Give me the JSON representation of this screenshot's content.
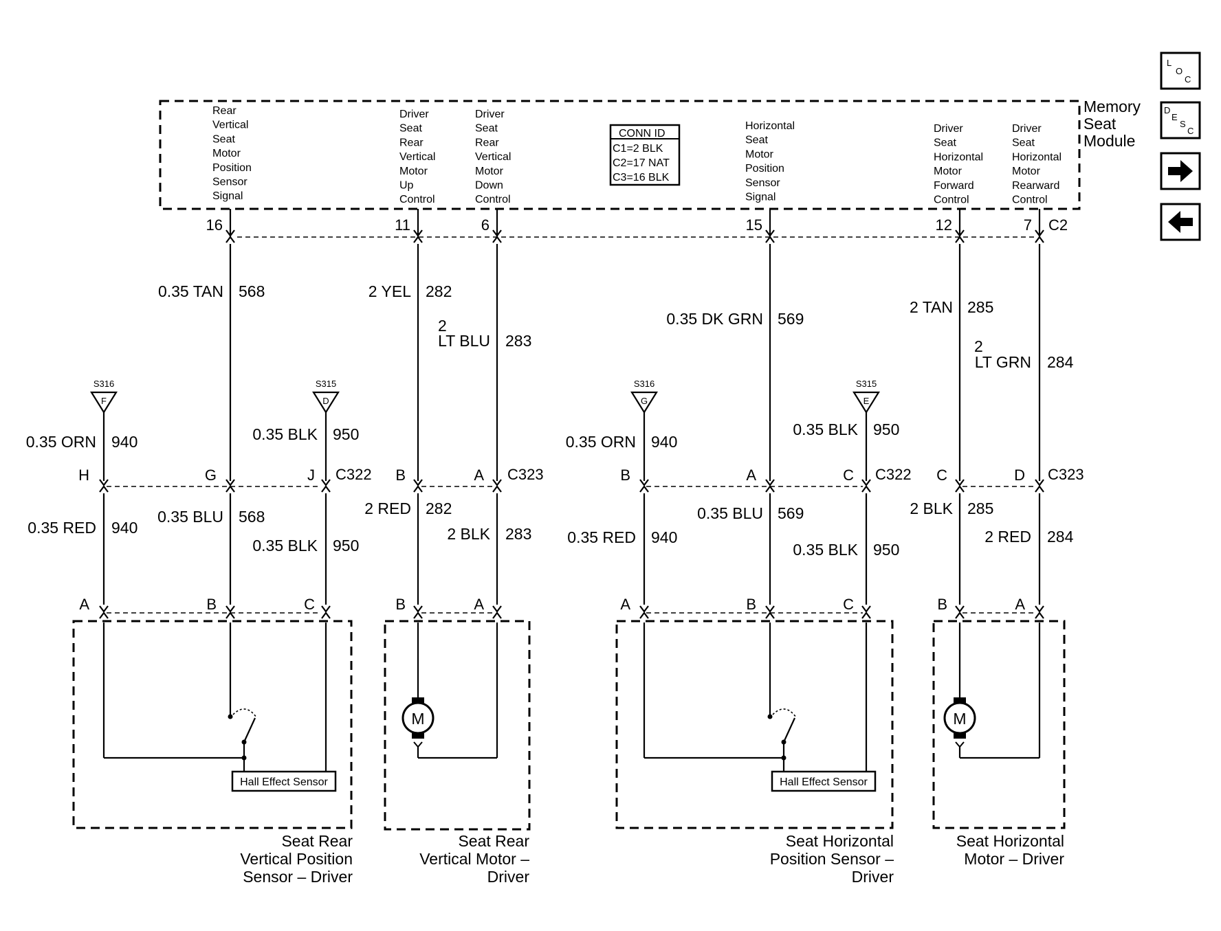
{
  "module": {
    "name_lines": [
      "Memory",
      "Seat",
      "Module"
    ],
    "connector": "C2",
    "conn_id": {
      "title": "CONN ID",
      "rows": [
        "C1=2 BLK",
        "C2=17 NAT",
        "C3=16 BLK"
      ]
    },
    "terminals": [
      {
        "pin": "16",
        "label_lines": [
          "Rear",
          "Vertical",
          "Seat",
          "Motor",
          "Position",
          "Sensor",
          "Signal"
        ]
      },
      {
        "pin": "11",
        "label_lines": [
          "Driver",
          "Seat",
          "Rear",
          "Vertical",
          "Motor",
          "Up",
          "Control"
        ]
      },
      {
        "pin": "6",
        "label_lines": [
          "Driver",
          "Seat",
          "Rear",
          "Vertical",
          "Motor",
          "Down",
          "Control"
        ]
      },
      {
        "pin": "15",
        "label_lines": [
          "Horizontal",
          "Seat",
          "Motor",
          "Position",
          "Sensor",
          "Signal"
        ]
      },
      {
        "pin": "12",
        "label_lines": [
          "Driver",
          "Seat",
          "Horizontal",
          "Motor",
          "Forward",
          "Control"
        ]
      },
      {
        "pin": "7",
        "label_lines": [
          "Driver",
          "Seat",
          "Horizontal",
          "Motor",
          "Rearward",
          "Control"
        ]
      }
    ]
  },
  "upper_wires": [
    {
      "gauge": "0.35 TAN",
      "circuit": "568"
    },
    {
      "gauge": "2 YEL",
      "circuit": "282"
    },
    {
      "gauge_lines": [
        "2",
        "LT BLU"
      ],
      "circuit": "283"
    },
    {
      "gauge": "0.35 DK GRN",
      "circuit": "569"
    },
    {
      "gauge": "2 TAN",
      "circuit": "285"
    },
    {
      "gauge_lines": [
        "2",
        "LT GRN"
      ],
      "circuit": "284"
    }
  ],
  "splices": [
    {
      "id": "S316",
      "letter": "F",
      "gauge": "0.35 ORN",
      "circuit": "940"
    },
    {
      "id": "S315",
      "letter": "D",
      "gauge": "0.35 BLK",
      "circuit": "950"
    },
    {
      "id": "S316",
      "letter": "G",
      "gauge": "0.35 ORN",
      "circuit": "940"
    },
    {
      "id": "S315",
      "letter": "E",
      "gauge": "0.35 BLK",
      "circuit": "950"
    }
  ],
  "inline_connectors": [
    {
      "name": "C322",
      "pins": [
        "H",
        "G",
        "J"
      ]
    },
    {
      "name": "C323",
      "pins": [
        "B",
        "A"
      ]
    },
    {
      "name": "C322",
      "pins": [
        "B",
        "A",
        "C"
      ]
    },
    {
      "name": "C323",
      "pins": [
        "C",
        "D"
      ]
    }
  ],
  "lower_wires": [
    {
      "gauge": "0.35 RED",
      "circuit": "940"
    },
    {
      "gauge": "0.35 BLU",
      "circuit": "568"
    },
    {
      "gauge": "0.35 BLK",
      "circuit": "950"
    },
    {
      "gauge": "2 RED",
      "circuit": "282"
    },
    {
      "gauge": "2 BLK",
      "circuit": "283"
    },
    {
      "gauge": "0.35 RED",
      "circuit": "940"
    },
    {
      "gauge": "0.35 BLU",
      "circuit": "569"
    },
    {
      "gauge": "0.35 BLK",
      "circuit": "950"
    },
    {
      "gauge": "2 BLK",
      "circuit": "285"
    },
    {
      "gauge": "2 RED",
      "circuit": "284"
    }
  ],
  "components": [
    {
      "pins": [
        "A",
        "B",
        "C"
      ],
      "name_lines": [
        "Seat Rear",
        "Vertical Position",
        "Sensor – Driver"
      ],
      "part": "Hall Effect Sensor"
    },
    {
      "pins": [
        "B",
        "A"
      ],
      "name_lines": [
        "Seat Rear",
        "Vertical Motor –",
        "Driver"
      ],
      "part": "M"
    },
    {
      "pins": [
        "A",
        "B",
        "C"
      ],
      "name_lines": [
        "Seat Horizontal",
        "Position Sensor –",
        "Driver"
      ],
      "part": "Hall Effect Sensor"
    },
    {
      "pins": [
        "B",
        "A"
      ],
      "name_lines": [
        "Seat Horizontal",
        "Motor – Driver"
      ],
      "part": "M"
    }
  ],
  "nav": {
    "loc": {
      "l": "L",
      "o": "O",
      "c": "C"
    },
    "desc": {
      "d": "D",
      "e": "E",
      "s": "S",
      "c": "C"
    }
  }
}
